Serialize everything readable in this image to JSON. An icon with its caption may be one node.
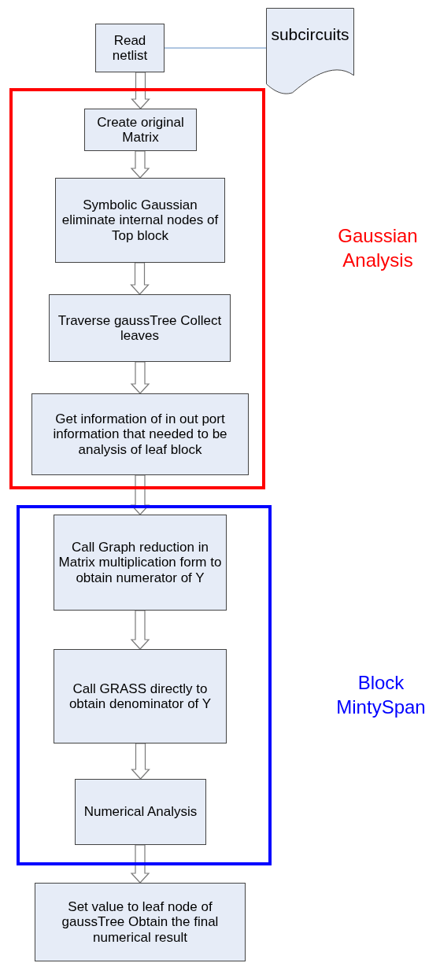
{
  "diagram": {
    "nodes": [
      {
        "text": [
          "Read netlist"
        ]
      },
      {
        "text": [
          "subcircuits"
        ]
      },
      {
        "text": [
          "Gaussian Analysis"
        ]
      },
      {
        "text": [
          "Create original Matrix"
        ],
        "in": 2
      },
      {
        "text": [
          "Symbolic Gaussian eliminate internal nodes of Top block"
        ],
        "in": 2
      },
      {
        "text": [
          "Traverse gaussTree Collect leaves"
        ],
        "in": 2
      },
      {
        "text": [
          "Get information of in out port information that needed to be analysis of leaf block"
        ],
        "in": 2
      },
      {
        "text": [
          "Block MintySpan"
        ]
      },
      {
        "text": [
          "Call Graph reduction in Matrix multiplication form to obtain numerator of Y"
        ],
        "in": 7
      },
      {
        "text": [
          "Call GRASS directly to obtain denominator of Y"
        ],
        "in": 7
      },
      {
        "text": [
          "Numerical Analysis"
        ],
        "in": 7
      },
      {
        "text": [
          "Set value to leaf node of gaussTree Obtain the final numerical result"
        ]
      }
    ],
    "edges": [
      {
        "from": 0,
        "to": 1,
        "arrow": "none",
        "color": "#95b3d7"
      },
      {
        "from": 0,
        "to": 3,
        "arrow": "to"
      },
      {
        "from": 3,
        "to": 4,
        "arrow": "to"
      },
      {
        "from": 4,
        "to": 5,
        "arrow": "to"
      },
      {
        "from": 5,
        "to": 6,
        "arrow": "to"
      },
      {
        "from": 6,
        "to": 8,
        "arrow": "to"
      },
      {
        "from": 8,
        "to": 9,
        "arrow": "to"
      },
      {
        "from": 9,
        "to": 10,
        "arrow": "to"
      },
      {
        "from": 10,
        "to": 11,
        "arrow": "to"
      }
    ]
  }
}
